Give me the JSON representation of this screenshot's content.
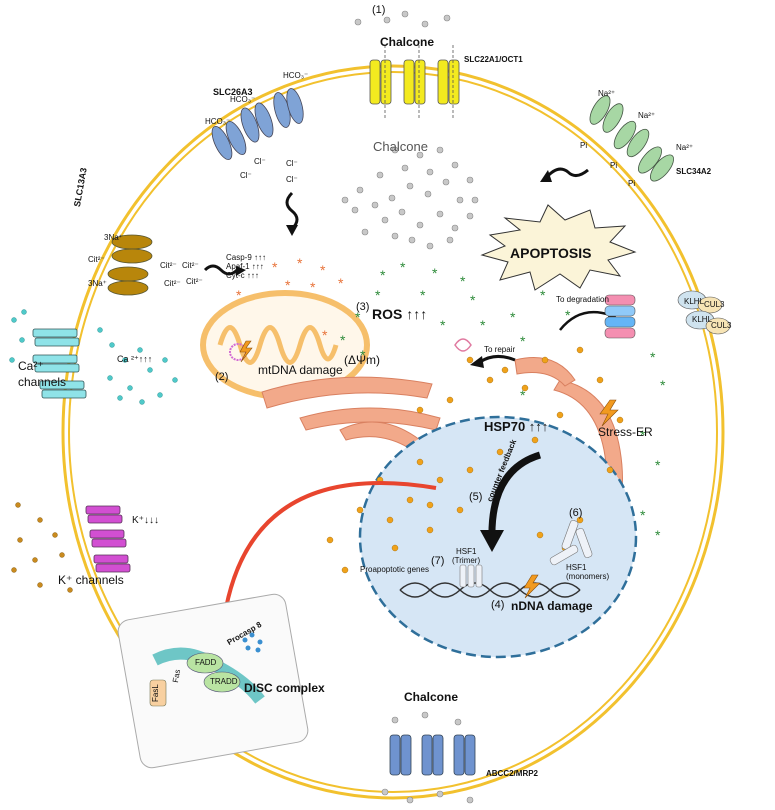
{
  "labels": {
    "step1": "(1)",
    "chalcone_top": "Chalcone",
    "slc22a1": "SLC22A1/OCT1",
    "chalcone_cloud": "Chalcone",
    "slc26a3": "SLC26A3",
    "hco3": "HCO₃⁻",
    "cl": "Cl⁻",
    "slc13a3": "SLC13A3",
    "na3": "3Na⁺",
    "cit2": "Cit²⁻",
    "na_plus": "Na²⁺",
    "slc34a2": "SLC34A2",
    "pi": "Pi",
    "apoptosis": "APOPTOSIS",
    "casp9": "Casp-9 ↑↑↑",
    "apaf1": "Apaf-1 ↑↑↑",
    "cytc": "Cyt-c ↑↑↑",
    "step3": "(3)",
    "ros": "ROS ↑↑↑",
    "to_degradation": "To degradation",
    "klhl": "KLHL",
    "cul3": "CUL3",
    "ca_channels_1": "Ca²⁺",
    "ca_channels_2": "channels",
    "ca_up": "Ca ²⁺↑↑↑",
    "step2": "(2)",
    "mtdna": "mtDNA damage",
    "dpsi": "(ΔΨm)",
    "to_repair": "To repair",
    "hsp70": "HSP70 ↑↑↑",
    "stress_er": "Stress-ER",
    "counter_feedback": "counter feedback",
    "step5": "(5)",
    "step6": "(6)",
    "k_down": "K⁺↓↓↓",
    "k_channels": "K⁺ channels",
    "hsf1_trimer_1": "HSF1",
    "hsf1_trimer_2": "(Trimer)",
    "step7": "(7)",
    "hsf1_mono_1": "HSF1",
    "hsf1_mono_2": "(monomers)",
    "proapoptotic": "Proapoptotic genes",
    "step4": "(4)",
    "ndna": "nDNA damage",
    "procasp8": "Procasp 8",
    "fadd": "FADD",
    "tradd": "TRADD",
    "fas": "Fas",
    "fasl": "FasL",
    "disc": "DISC complex",
    "chalcone_bottom": "Chalcone",
    "abcc2": "ABCC2/MRP2"
  },
  "colors": {
    "membrane": "#f2c12e",
    "chalcone_dots": "#bdbdbd",
    "oct1": "#f3ea1f",
    "slc26a3": "#7fa3d6",
    "slc13a3": "#b8860b",
    "slc34a2": "#a7d7a4",
    "ca_channel": "#8fe3e8",
    "k_channel": "#d24fd2",
    "abcc2": "#6f93cf",
    "mitochondria": "#f6bf6b",
    "er": "#f2a98a",
    "nucleus": "#d6e6f5",
    "ros_star": "#2e8b3a",
    "orange_star": "#e8733a",
    "hsp_dot": "#f0a21a",
    "inhibit_arrow": "#e8452e"
  }
}
